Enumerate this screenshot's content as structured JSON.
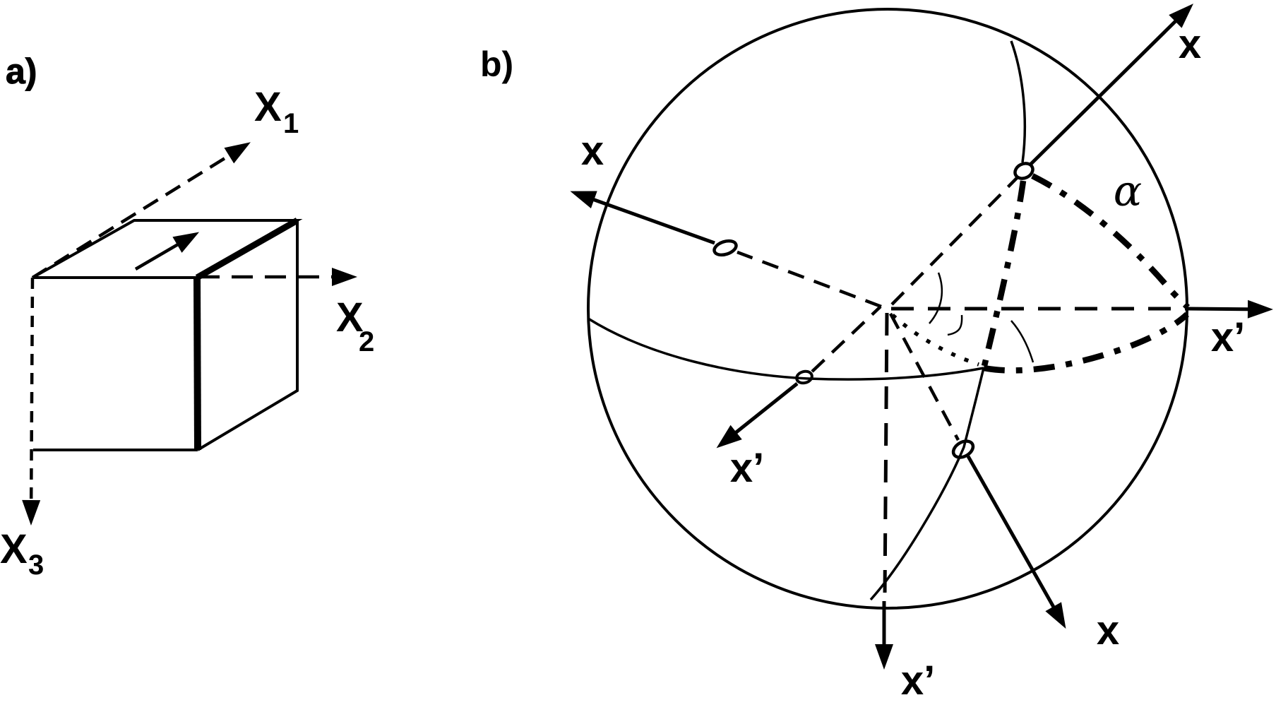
{
  "figure": {
    "background_color": "#ffffff",
    "ink_color": "#000000",
    "panel_a": {
      "label": "a)",
      "axis_x1": {
        "base": "X",
        "sub": "1"
      },
      "axis_x2": {
        "base": "X",
        "sub": "2"
      },
      "axis_x3": {
        "base": "X",
        "sub": "3"
      }
    },
    "panel_b": {
      "label": "b)",
      "angle_label": "α",
      "labels": {
        "upper_left_axis": "x",
        "upper_right_axis": "x",
        "lower_right_axis": "x",
        "right_axis": "x’",
        "down_axis": "x’",
        "lower_left_axis": "x’"
      }
    }
  }
}
